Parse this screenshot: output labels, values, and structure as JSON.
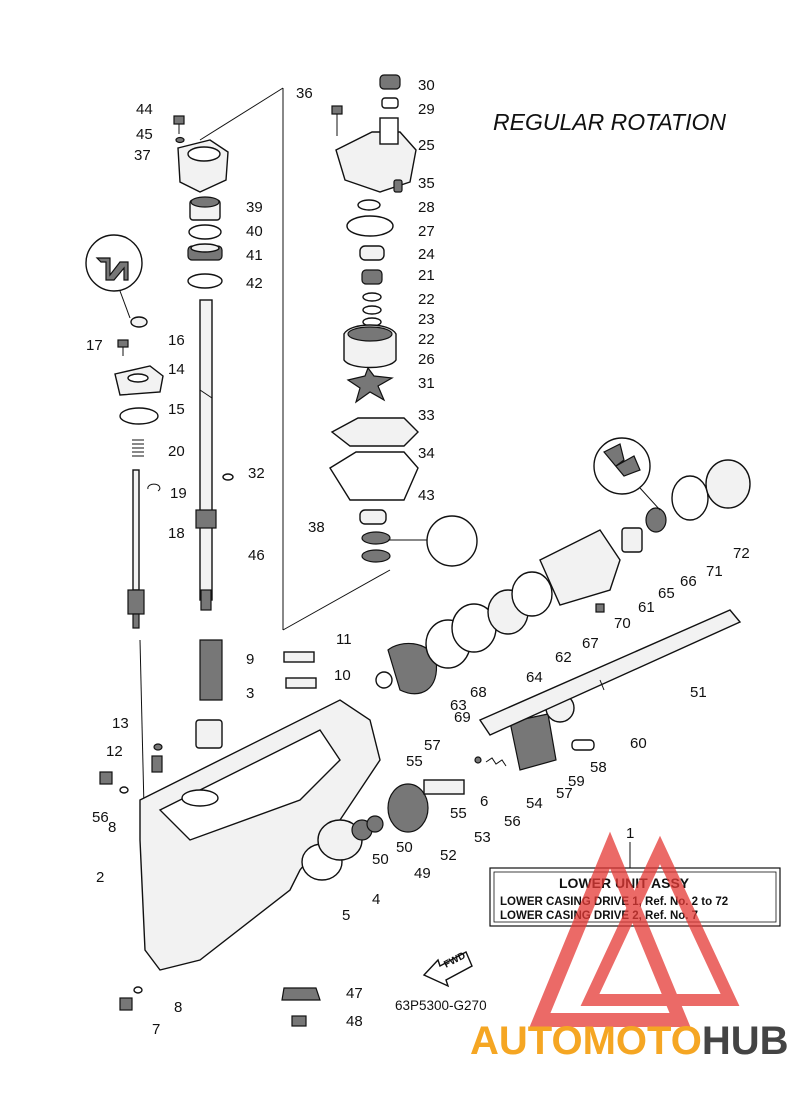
{
  "title": "REGULAR ROTATION",
  "assembly_box": {
    "ref_number": "1",
    "heading": "LOWER UNIT ASSY",
    "lines": [
      "LOWER CASING DRIVE 1,  Ref. No. 2 to 72",
      "LOWER CASING DRIVE 2,  Ref. No. 7"
    ]
  },
  "fwd_label": "FWD",
  "drawing_code": "63P5300-G270",
  "watermark": {
    "part1": "AUTOMOTO",
    "part2": "HUB",
    "color_main": "#f5a623",
    "color_accent": "#e53935",
    "color_dark": "#444444"
  },
  "part_numbers": [
    "30",
    "36",
    "29",
    "44",
    "45",
    "25",
    "37",
    "35",
    "39",
    "28",
    "40",
    "27",
    "41",
    "24",
    "42",
    "21",
    "22",
    "16",
    "23",
    "17",
    "22",
    "26",
    "14",
    "31",
    "15",
    "33",
    "32",
    "20",
    "34",
    "19",
    "43",
    "18",
    "38",
    "46",
    "72",
    "71",
    "66",
    "65",
    "61",
    "11",
    "70",
    "9",
    "67",
    "10",
    "62",
    "3",
    "64",
    "51",
    "68",
    "63",
    "69",
    "13",
    "57",
    "60",
    "12",
    "55",
    "58",
    "59",
    "56",
    "6",
    "57",
    "54",
    "8",
    "55",
    "56",
    "53",
    "52",
    "50",
    "50",
    "49",
    "2",
    "4",
    "5",
    "47",
    "8",
    "7",
    "48"
  ]
}
